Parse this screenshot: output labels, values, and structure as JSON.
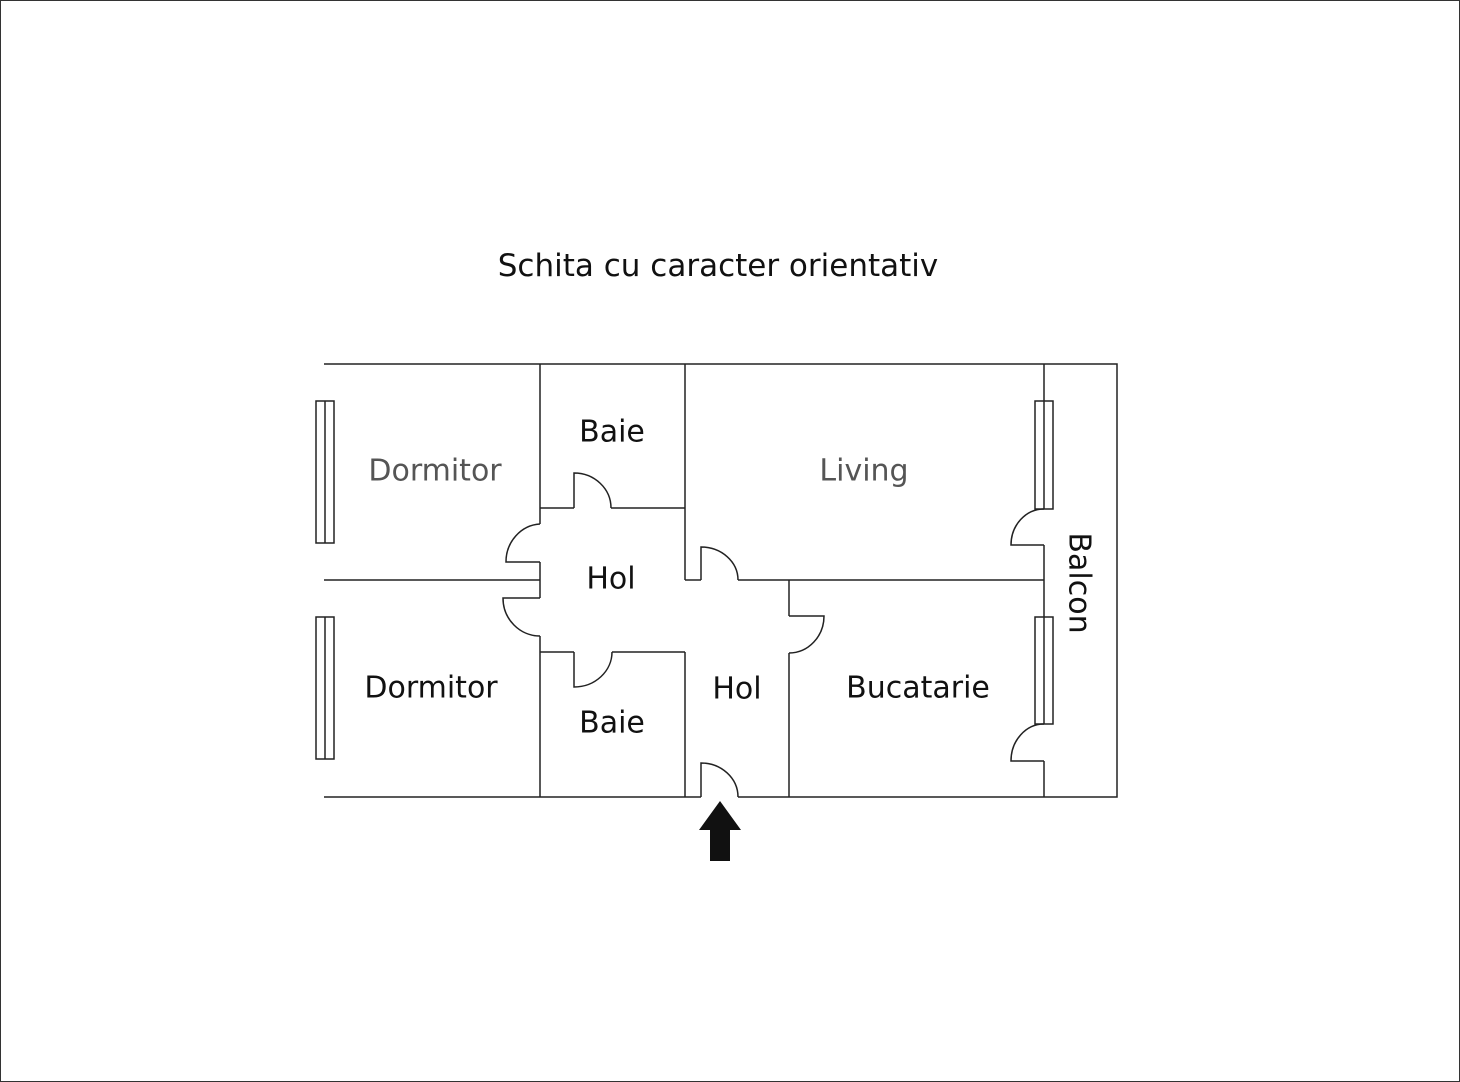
{
  "title": "Schita cu caracter orientativ",
  "rooms": {
    "dormitor_top": "Dormitor",
    "baie_top": "Baie",
    "living": "Living",
    "hol_left": "Hol",
    "hol_center": "Hol",
    "dormitor_bottom": "Dormitor",
    "baie_bottom": "Baie",
    "bucatarie": "Bucatarie",
    "balcon": "Balcon"
  },
  "icons": {
    "entrance": "arrow-up-icon"
  }
}
